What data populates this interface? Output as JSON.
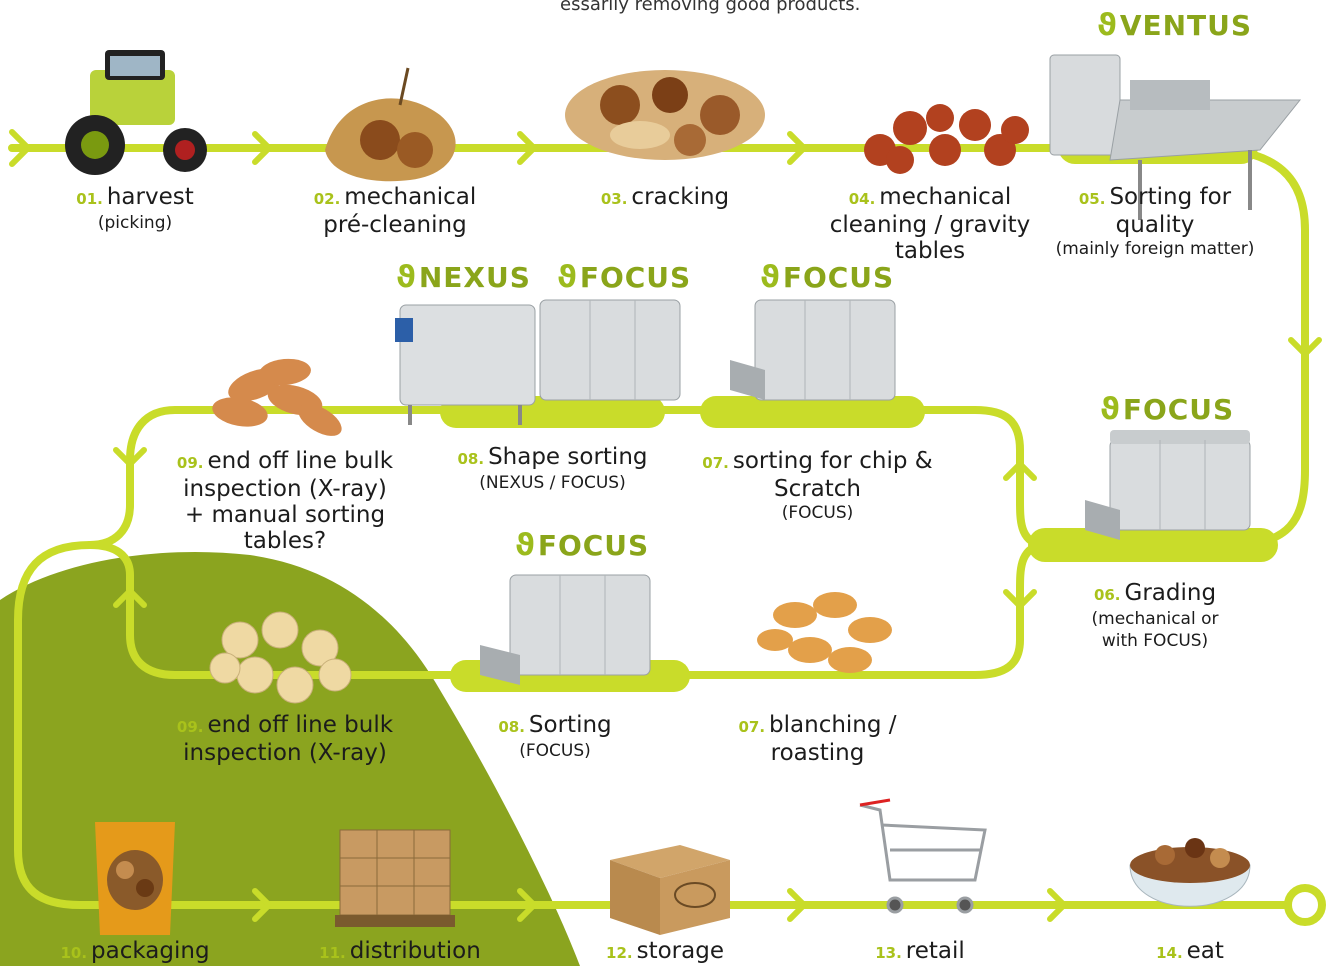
{
  "top_note": "essarily removing good products.",
  "brands": {
    "ventus": "VENTUS",
    "nexus": "NEXUS",
    "focus": "FOCUS"
  },
  "colors": {
    "accent": "#c9dc2a",
    "green_field": "#8ba41f",
    "number": "#a9c21b"
  },
  "steps": [
    {
      "num": "01.",
      "title": "harvest",
      "sub": "(picking)",
      "icon": "tractor-icon"
    },
    {
      "num": "02.",
      "title": "mechanical pré-cleaning",
      "sub": "",
      "icon": "hazelnut-husk-icon"
    },
    {
      "num": "03.",
      "title": "cracking",
      "sub": "",
      "icon": "cracked-nuts-icon"
    },
    {
      "num": "04.",
      "title": "mechanical cleaning / gravity tables",
      "sub": "",
      "icon": "kernels-icon"
    },
    {
      "num": "05.",
      "title": "Sorting for quality",
      "sub": "(mainly foreign matter)",
      "icon": "ventus-machine-icon"
    },
    {
      "num": "06.",
      "title": "Grading",
      "sub": "(mechanical or with FOCUS)",
      "icon": "focus-machine-icon"
    },
    {
      "num": "07.",
      "title": "sorting for chip & Scratch",
      "sub": "(FOCUS)",
      "icon": "focus-machine-icon"
    },
    {
      "num": "08.",
      "title": "Shape sorting",
      "sub": "(NEXUS / FOCUS)",
      "icon": "nexus-focus-machines-icon"
    },
    {
      "num": "09.",
      "title": "end off line bulk inspection (X-ray) + manual sorting tables?",
      "sub": "",
      "icon": "almonds-icon"
    },
    {
      "num": "07.",
      "title": "blanching / roasting",
      "sub": "",
      "icon": "roasted-peanuts-icon"
    },
    {
      "num": "08.",
      "title": "Sorting",
      "sub": "(FOCUS)",
      "icon": "focus-machine-icon"
    },
    {
      "num": "09.",
      "title": "end off line bulk inspection (X-ray)",
      "sub": "",
      "icon": "blanched-hazelnuts-icon"
    },
    {
      "num": "10.",
      "title": "packaging",
      "sub": "",
      "icon": "nut-bag-icon"
    },
    {
      "num": "11.",
      "title": "distribution",
      "sub": "",
      "icon": "pallet-icon"
    },
    {
      "num": "12.",
      "title": "storage",
      "sub": "",
      "icon": "cardboard-box-icon"
    },
    {
      "num": "13.",
      "title": "retail",
      "sub": "",
      "icon": "shopping-cart-icon"
    },
    {
      "num": "14.",
      "title": "eat",
      "sub": "",
      "icon": "nut-bowl-icon"
    }
  ]
}
